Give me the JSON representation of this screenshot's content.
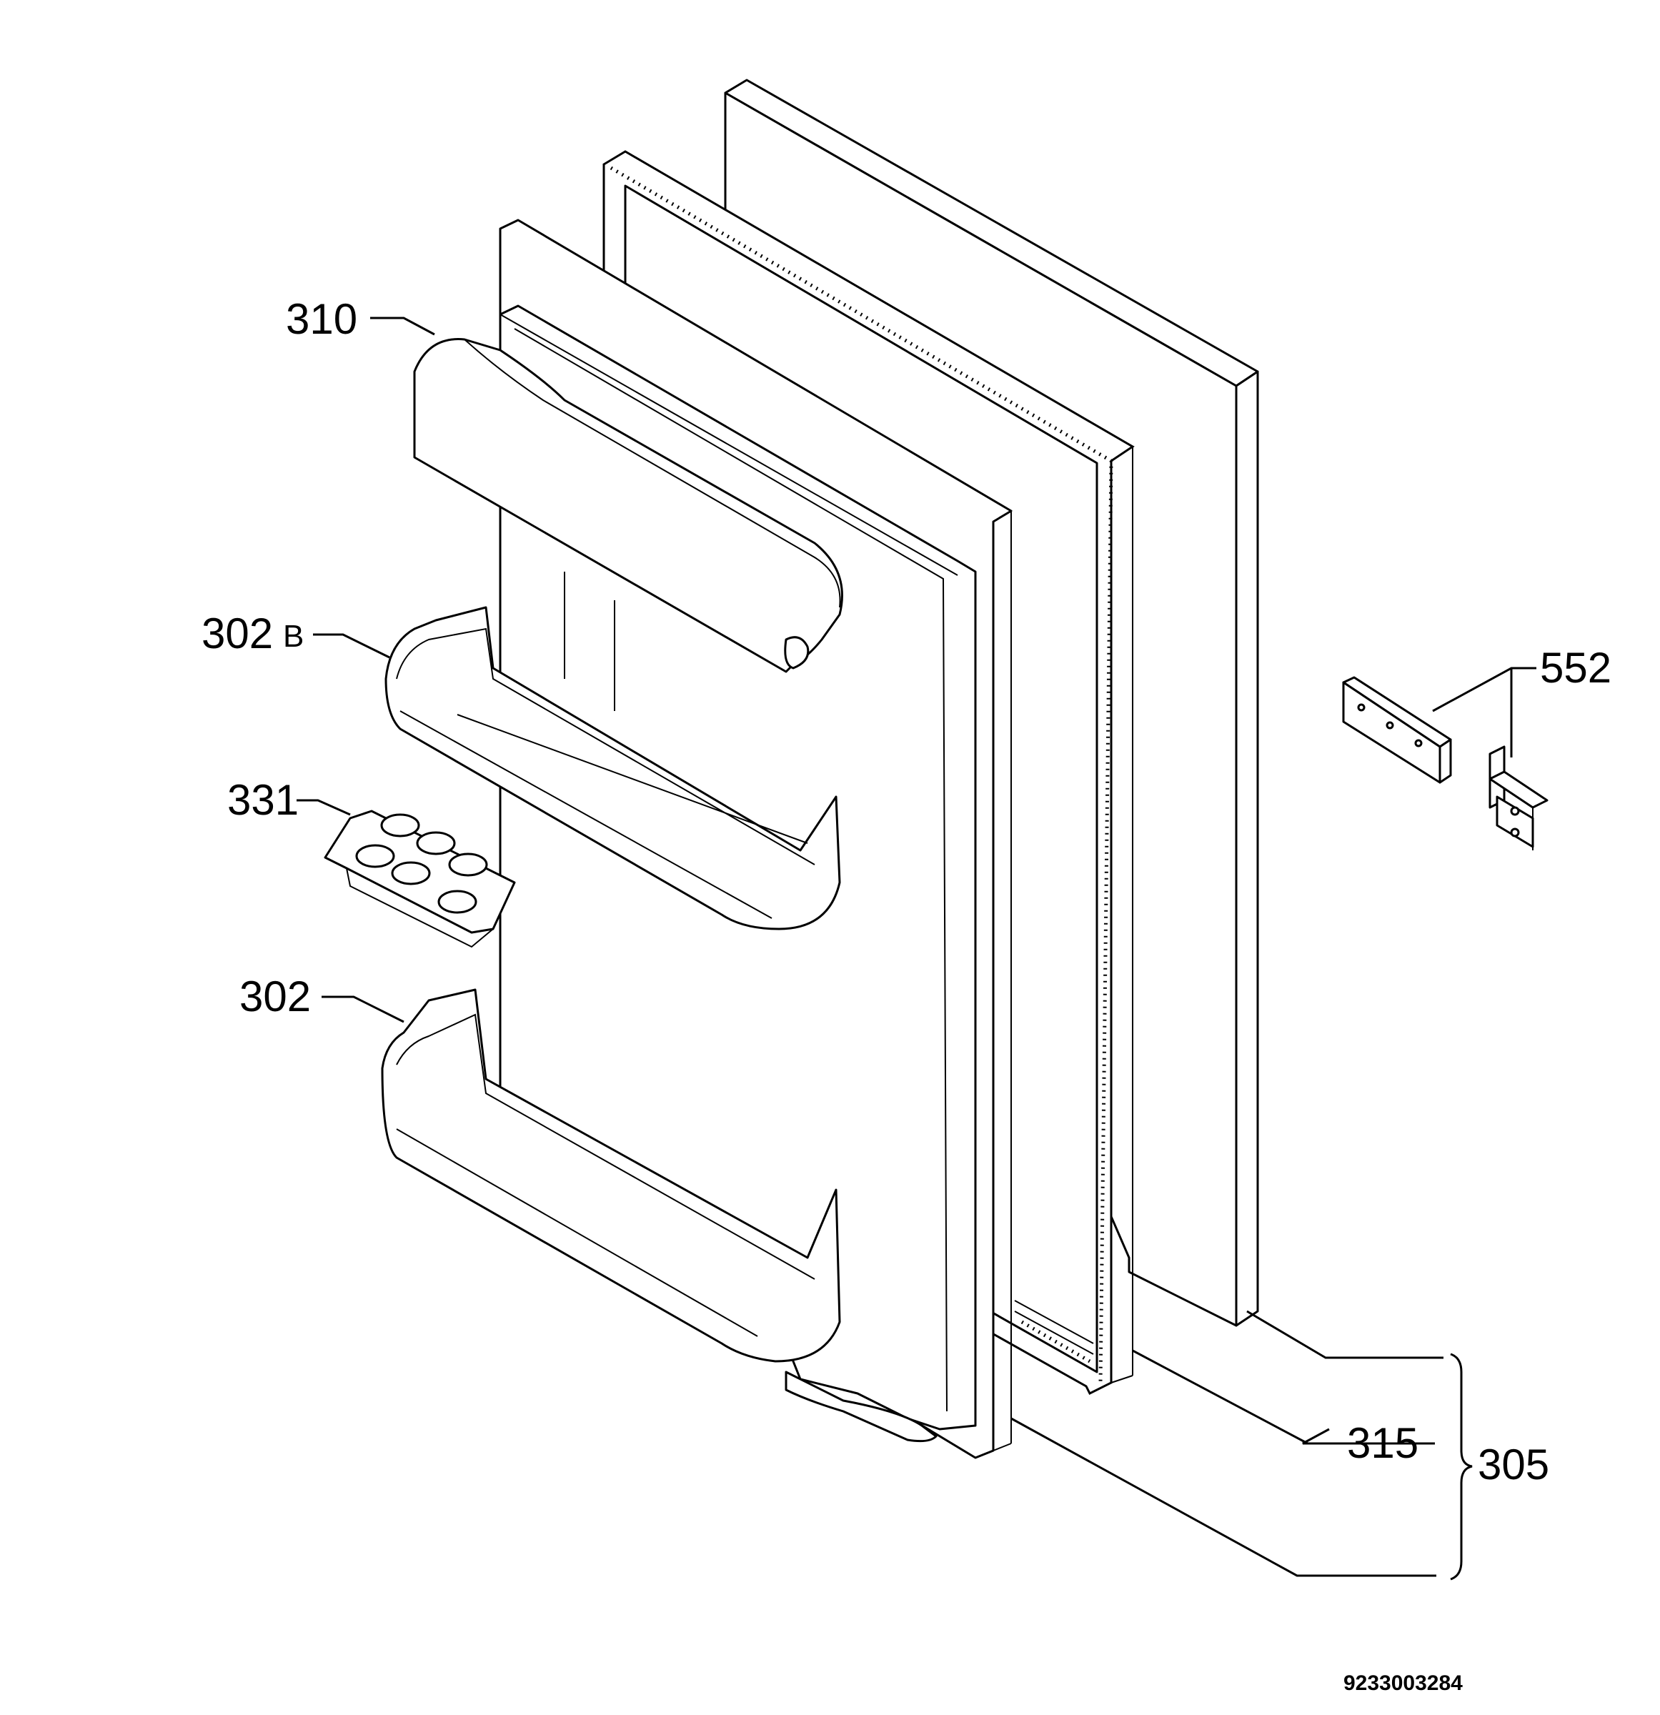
{
  "callouts": {
    "p310": "310",
    "p302": "302",
    "p302b_num": "302",
    "p302b_suffix": "B",
    "p331": "331",
    "p552": "552",
    "p315": "315",
    "p305": "305"
  },
  "doc_number": "9233003284"
}
